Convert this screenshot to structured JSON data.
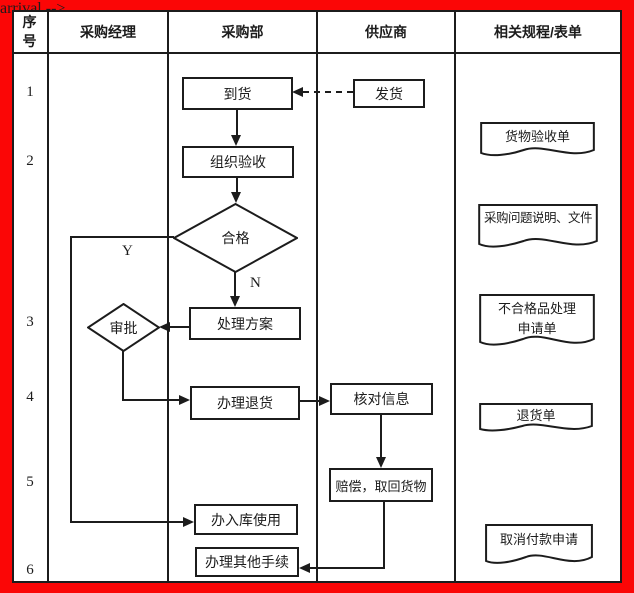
{
  "header": {
    "columns": [
      "序号",
      "采购经理",
      "采购部",
      "供应商",
      "相关规程/表单"
    ]
  },
  "row_numbers": [
    "1",
    "2",
    "3",
    "4",
    "5",
    "6"
  ],
  "branch_labels": {
    "yes": "Y",
    "no": "N"
  },
  "nodes": {
    "arrival": "到货",
    "ship": "发货",
    "organize_acceptance": "组织验收",
    "qualified": "合格",
    "handling_plan": "处理方案",
    "approval": "审批",
    "handle_return": "办理退货",
    "verify_info": "核对信息",
    "compensate_retrieve": "赔偿，取回货物",
    "warehouse_use": "办入库使用",
    "other_procedures": "办理其他手续"
  },
  "documents": [
    {
      "label": "货物验收单"
    },
    {
      "label": "采购问题说明、文件"
    },
    {
      "label": "不合格品处理\n申请单"
    },
    {
      "label": "退货单"
    },
    {
      "label": "取消付款申请"
    }
  ],
  "colors": {
    "frame": "#fb0606",
    "line": "#1c1c1c",
    "paper": "#ffffff"
  }
}
